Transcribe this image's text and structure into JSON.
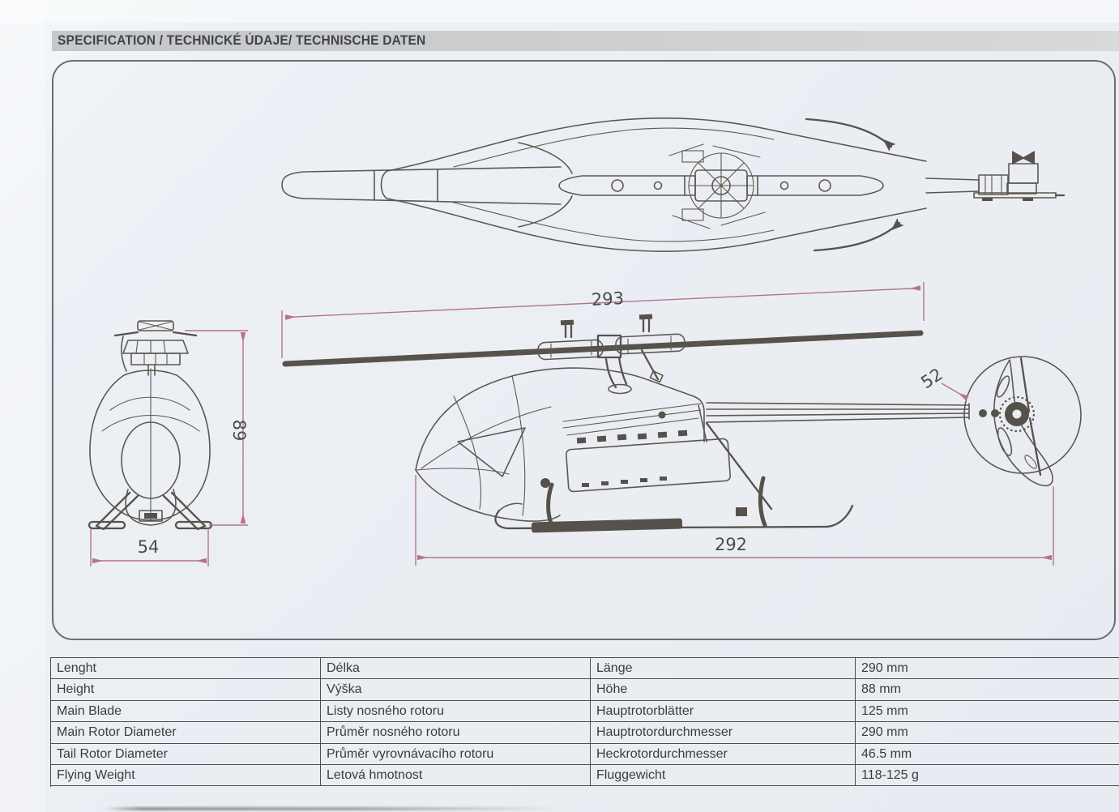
{
  "header": {
    "title": "SPECIFICATION / TECHNICKÉ ÚDAJE/ TECHNISCHE DATEN"
  },
  "diagram": {
    "dim_main_rotor_diameter": "293",
    "dim_overall_length": "292",
    "dim_height": "89",
    "dim_width": "54",
    "dim_tail_rotor": "52"
  },
  "colors": {
    "dimension_line": "#b7718f",
    "drawing_line": "#5d584f",
    "paper": "#eaeef3",
    "title_bar": "#cccdce"
  },
  "table": {
    "rows": [
      {
        "en": "Lenght",
        "cs": "Délka",
        "de": "Länge",
        "value": "290 mm"
      },
      {
        "en": "Height",
        "cs": "Výška",
        "de": "Höhe",
        "value": "88 mm"
      },
      {
        "en": "Main Blade",
        "cs": "Listy nosného rotoru",
        "de": "Hauptrotorblätter",
        "value": "125 mm"
      },
      {
        "en": "Main Rotor Diameter",
        "cs": "Průměr nosného rotoru",
        "de": "Hauptrotordurchmesser",
        "value": "290 mm"
      },
      {
        "en": "Tail Rotor Diameter",
        "cs": "Průměr vyrovnávacího rotoru",
        "de": "Heckrotordurchmesser",
        "value": "46.5 mm"
      },
      {
        "en": "Flying Weight",
        "cs": "Letová hmotnost",
        "de": "Fluggewicht",
        "value": "118-125 g"
      }
    ]
  }
}
